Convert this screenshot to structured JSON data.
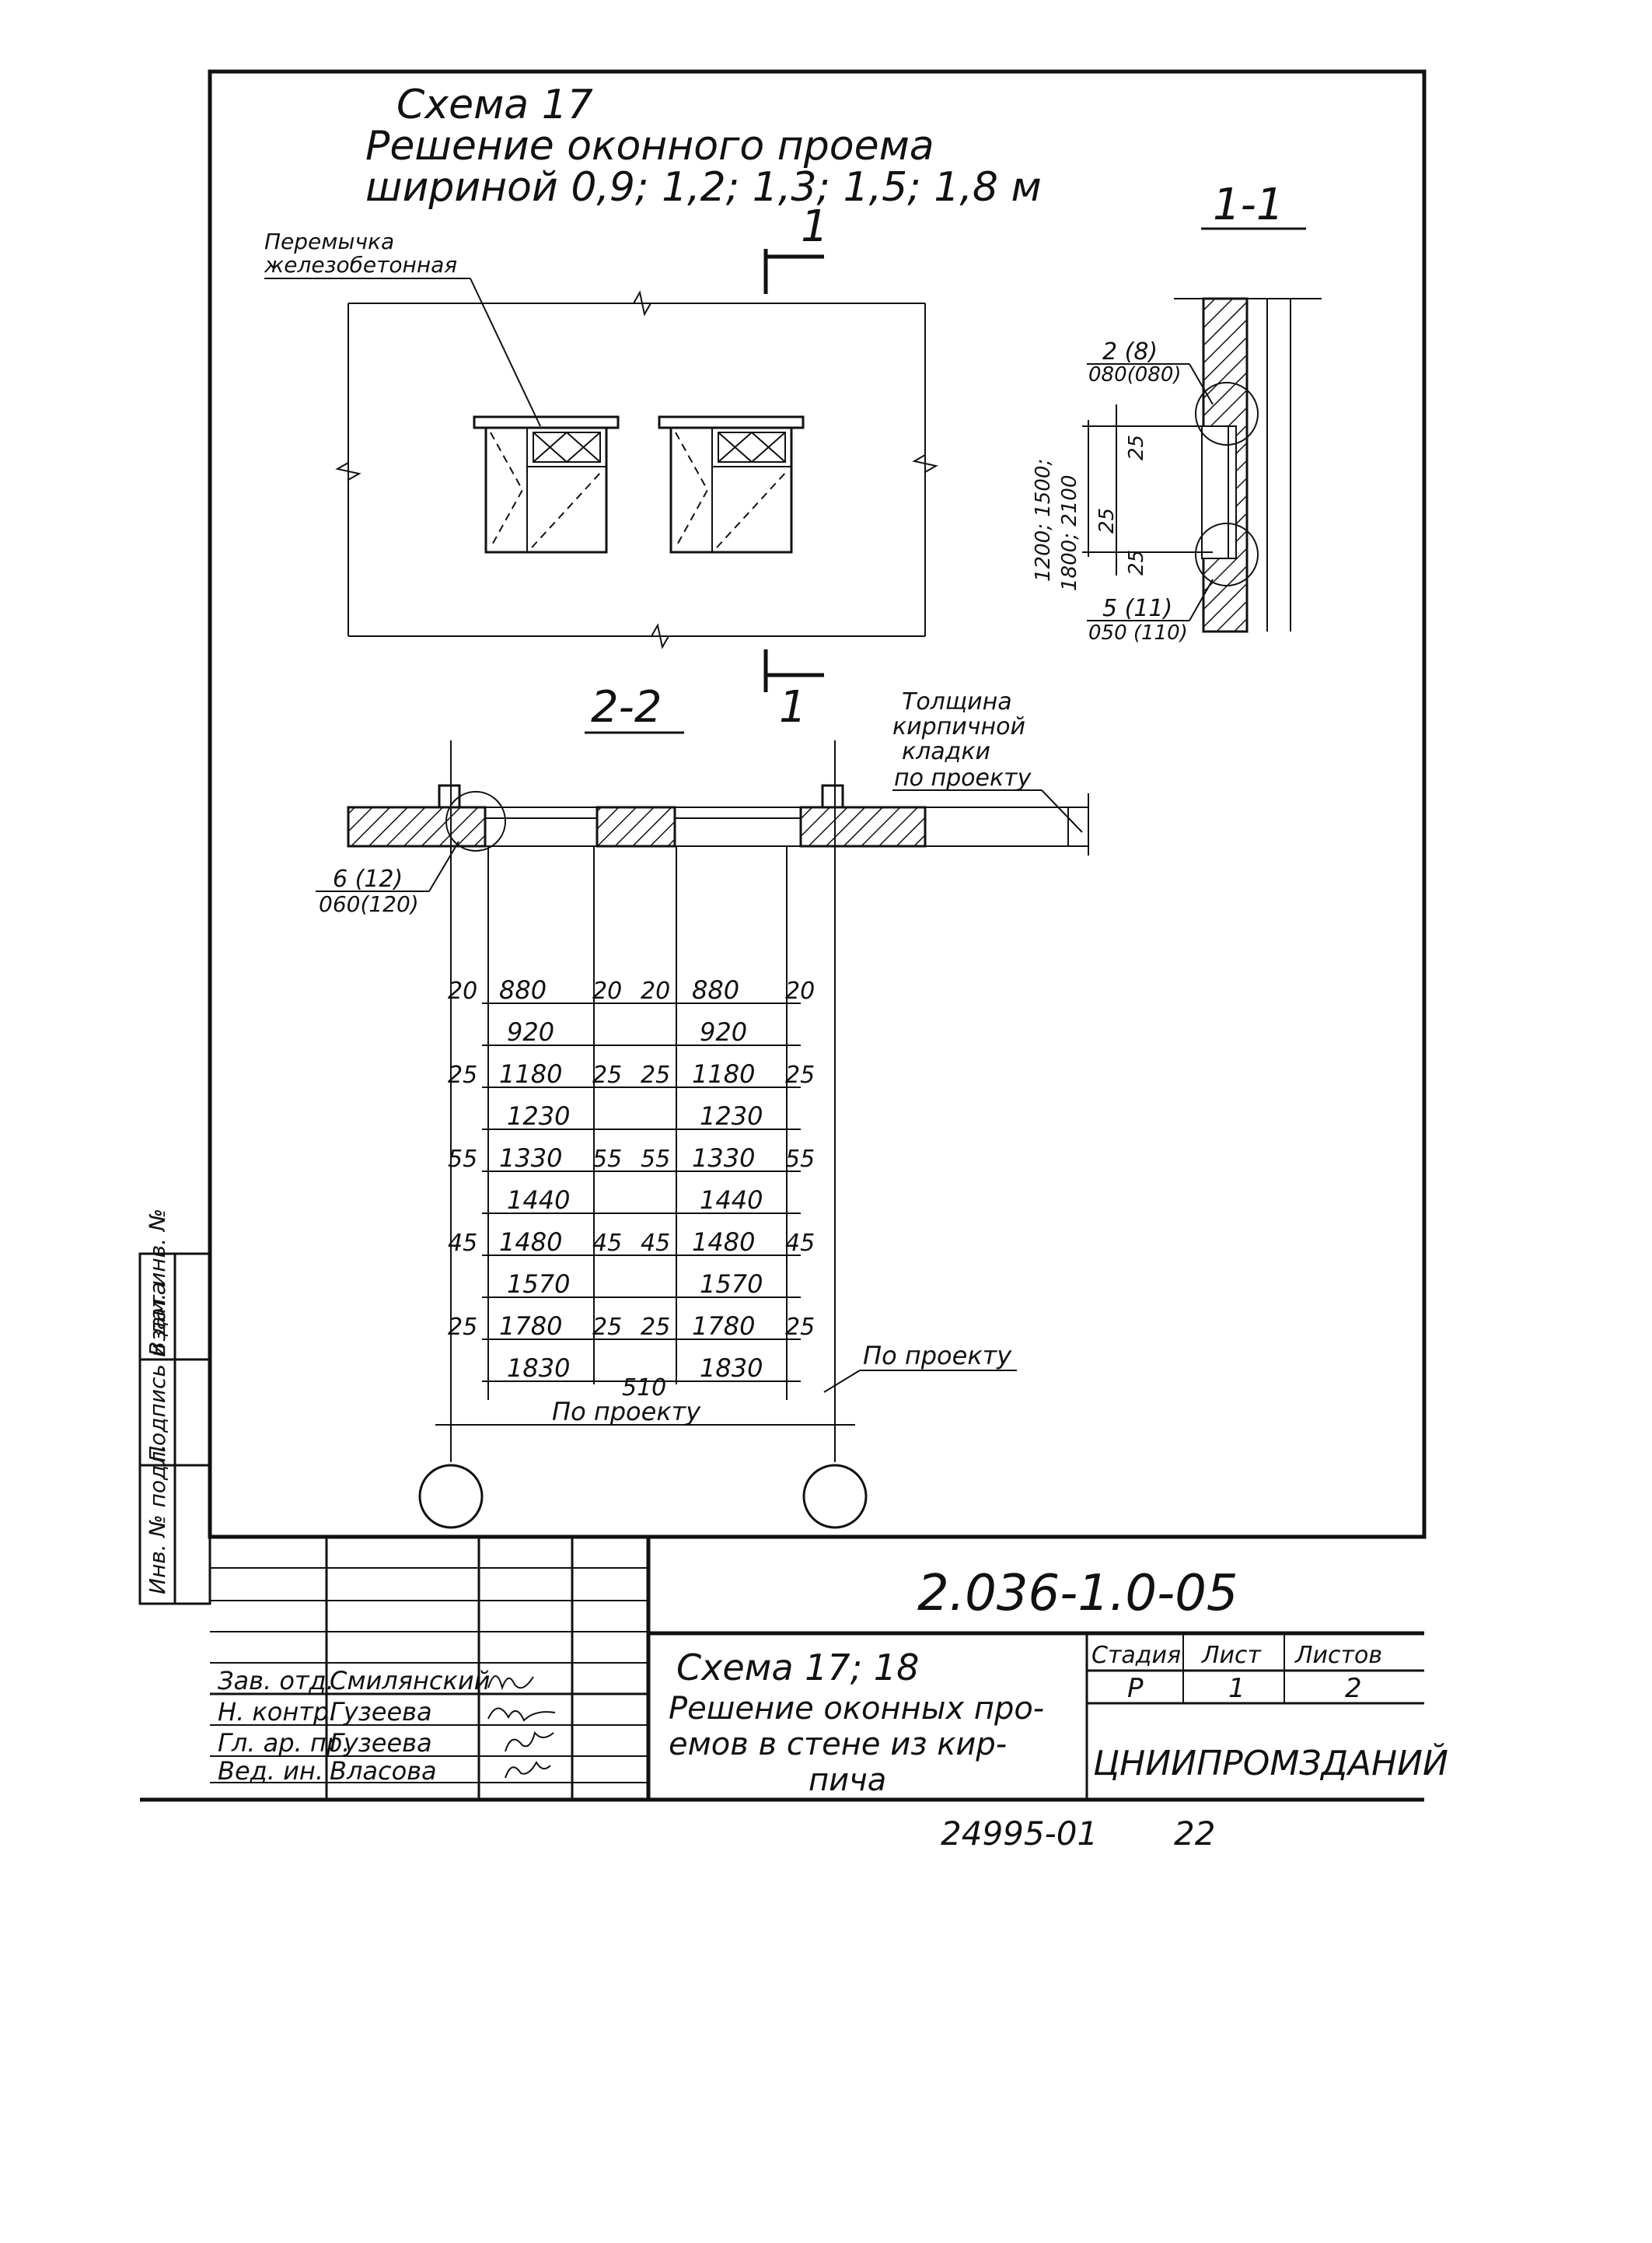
{
  "title": {
    "line1": "Схема 17",
    "line2": "Решение оконного проема",
    "line3": "шириной 0,9; 1,2; 1,3; 1,5; 1,8 м"
  },
  "elevation": {
    "section_mark": "1",
    "lintel_label_1": "Перемычка",
    "lintel_label_2": "железобетонная"
  },
  "section_1_1": {
    "title": "1-1",
    "top_tag_num": "2 (8)",
    "top_tag_den": "080(080)",
    "bottom_tag_num": "5 (11)",
    "bottom_tag_den": "050 (110)",
    "height_label_1": "1200; 1500;",
    "height_label_2": "1800; 2100",
    "dim_top": "25",
    "dim_mid": "25",
    "dim_bot": "25"
  },
  "section_2_2": {
    "title": "2-2",
    "cut_mark": "1",
    "brick_note_1": "Толщина",
    "brick_note_2": "кирпичной",
    "brick_note_3": "кладки",
    "brick_note_4": "по проекту",
    "tag_num": "6 (12)",
    "tag_den": "060(120)"
  },
  "dimension_rows": [
    {
      "left": "20",
      "inner": "880",
      "right": "20",
      "overall": "920"
    },
    {
      "left": "25",
      "inner": "1180",
      "right": "25",
      "overall": "1230"
    },
    {
      "left": "55",
      "inner": "1330",
      "right": "55",
      "overall": "1440"
    },
    {
      "left": "45",
      "inner": "1480",
      "right": "45",
      "overall": "1570"
    },
    {
      "left": "25",
      "inner": "1780",
      "right": "25",
      "overall": "1830"
    }
  ],
  "dims_extra": {
    "pier": "510",
    "by_project_right": "По проекту",
    "by_project_bottom": "По проекту"
  },
  "side_stamp": [
    "Инв. № подл.",
    "Подпись и дата",
    "Взам. инв. №"
  ],
  "title_block": {
    "code": "2.036-1.0-05",
    "staff": [
      {
        "role": "Зав. отд.",
        "name": "Смилянский"
      },
      {
        "role": "Н. контр.",
        "name": "Гузеева"
      },
      {
        "role": "Гл. ар. пр.",
        "name": "Гузеева"
      },
      {
        "role": "Вед. ин.",
        "name": "Власова"
      }
    ],
    "desc_1": "Схема 17; 18",
    "desc_2": "Решение оконных про-",
    "desc_3": "емов в стене из кир-",
    "desc_4": "пича",
    "stage_header": "Стадия",
    "sheet_header": "Лист",
    "sheets_header": "Листов",
    "stage": "Р",
    "sheet": "1",
    "sheets": "2",
    "org": "ЦНИИПРОМЗДАНИЙ",
    "archive_no": "24995-01",
    "page_no": "22"
  },
  "colors": {
    "ink": "#111111",
    "paper": "#ffffff"
  }
}
